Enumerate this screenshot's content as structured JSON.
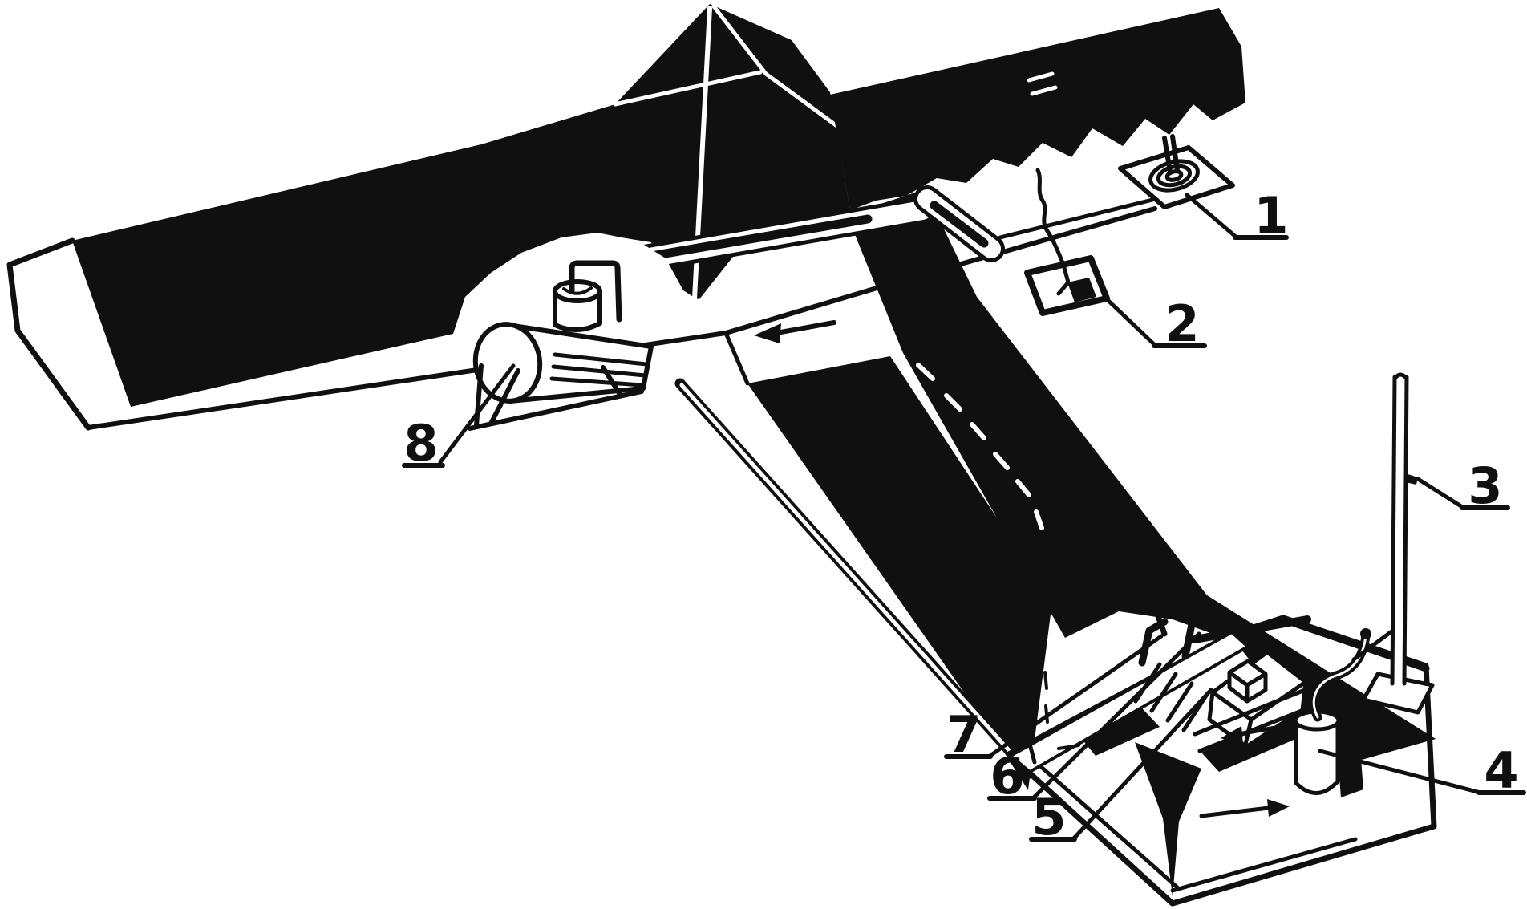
{
  "figure": {
    "kind": "technical-line-drawing",
    "colors": {
      "ink": "#101010",
      "paper": "#ffffff"
    }
  },
  "callouts": [
    {
      "label": "1"
    },
    {
      "label": "2"
    },
    {
      "label": "3"
    },
    {
      "label": "4"
    },
    {
      "label": "5"
    },
    {
      "label": "6"
    },
    {
      "label": "7"
    },
    {
      "label": "8"
    }
  ],
  "arrows": [
    {
      "name": "channel-forward-arrow",
      "direction": "right"
    },
    {
      "name": "channel-return-arrow",
      "direction": "left"
    },
    {
      "name": "fuselage-inner-arrow",
      "direction": "left"
    },
    {
      "name": "fuselage-lower-arrow",
      "direction": "right"
    }
  ]
}
